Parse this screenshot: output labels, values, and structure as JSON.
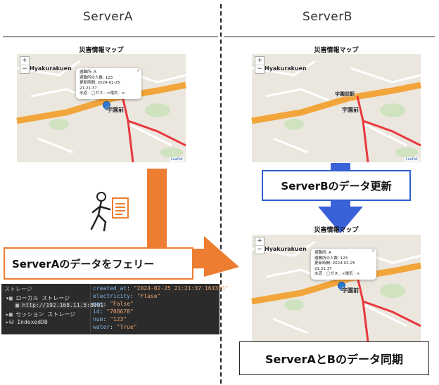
{
  "headers": {
    "server_a": "ServerA",
    "server_b": "ServerB"
  },
  "map": {
    "title": "災害情報マップ",
    "zoom_in": "+",
    "zoom_out": "−",
    "place_hyakurakuen": "Hyakurakuen",
    "place_station": "宇園前",
    "place_station_b": "宇園前駅",
    "popup_lines": [
      "避難所: A",
      "避難所の人数: 123",
      "更新時間: 2024-02-25 21:21:37",
      "水道 : ◯ガス : ×電気 : ×"
    ],
    "attribution": "Leaflet"
  },
  "labels": {
    "ferry": "ServerAのデータをフェリー",
    "update_b": "ServerBのデータ更新",
    "sync": "ServerAとBのデータ同期"
  },
  "devtools": {
    "tree": [
      "ストレージ",
      "ローカル ストレージ",
      "http://192.168.11.5:8001",
      "セッション ストレージ",
      "IndexedDB"
    ],
    "entries": [
      {
        "key": "created_at",
        "value": "\"2024-02-25 21:21:37.164323\""
      },
      {
        "key": "electricity",
        "value": "\"Flase\""
      },
      {
        "key": "gas",
        "value": "\"False\""
      },
      {
        "key": "id",
        "value": "\"708678\""
      },
      {
        "key": "num",
        "value": "\"123\""
      },
      {
        "key": "water",
        "value": "\"True\""
      }
    ]
  },
  "colors": {
    "orange": "#ed7d31",
    "blue": "#3a62d8",
    "road_red": "#e8383d",
    "road_orange": "#f2a53a"
  }
}
